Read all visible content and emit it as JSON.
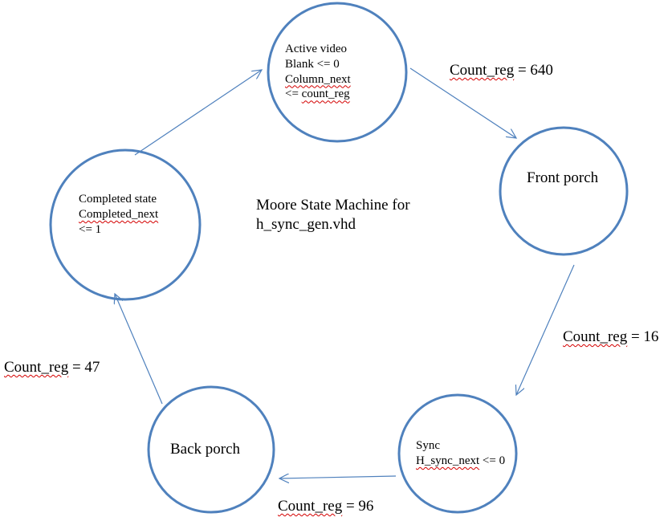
{
  "diagram": {
    "title_line1": "Moore State Machine for",
    "title_line2": "h_sync_gen.vhd",
    "states": {
      "active": {
        "line1": "Active video",
        "line2": "Blank <= 0",
        "line3": "Column_next",
        "line4_a": "<= ",
        "line4_b": "count_reg"
      },
      "front_porch": {
        "label": "Front porch"
      },
      "sync": {
        "line1": "Sync",
        "line2_a": "H_sync_next",
        "line2_b": " <= 0"
      },
      "back_porch": {
        "label": "Back porch"
      },
      "completed": {
        "line1": "Completed state",
        "line2": "Completed_next",
        "line3": "<= 1"
      }
    },
    "transitions": {
      "active_to_front": {
        "var": "Count_reg",
        "rest": " = 640"
      },
      "front_to_sync": {
        "var": "Count_reg",
        "rest": " = 16"
      },
      "sync_to_back": {
        "var": "Count_reg",
        "rest": " = 96"
      },
      "back_to_completed": {
        "var": "Count_reg",
        "rest": " = 47"
      }
    },
    "colors": {
      "state_outline": "#4f81bd",
      "arrow": "#4f81bd",
      "spellcheck": "#d40000"
    }
  }
}
